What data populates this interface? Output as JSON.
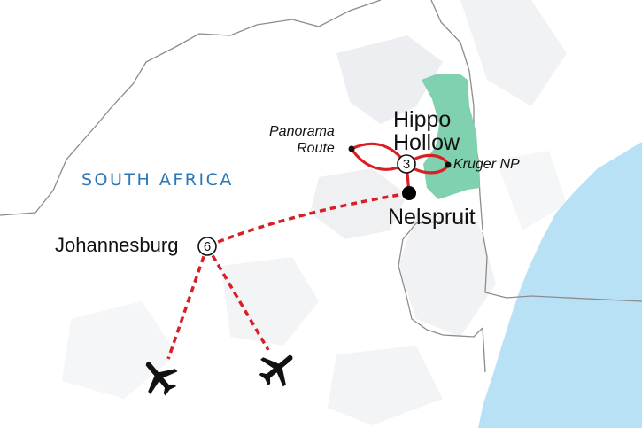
{
  "map": {
    "country_label": "SOUTH AFRICA",
    "places": {
      "hippo_hollow_line1": "Hippo",
      "hippo_hollow_line2": "Hollow",
      "hippo_hollow_nights": "3",
      "nelspruit": "Nelspruit",
      "johannesburg": "Johannesburg",
      "johannesburg_nights": "6",
      "panorama_route_line1": "Panorama",
      "panorama_route_line2": "Route",
      "kruger_np": "Kruger NP"
    },
    "colors": {
      "land": "#ffffff",
      "terrain_shading": "#e7e9ec",
      "ocean": "#b8e1f6",
      "national_park": "#7fd1af",
      "border": "#8c8c8c",
      "route_drive": "#d91f26",
      "route_flight": "#d91f26",
      "country_text": "#2a78b8"
    },
    "icons": [
      "airplane-icon",
      "airplane-icon"
    ]
  }
}
